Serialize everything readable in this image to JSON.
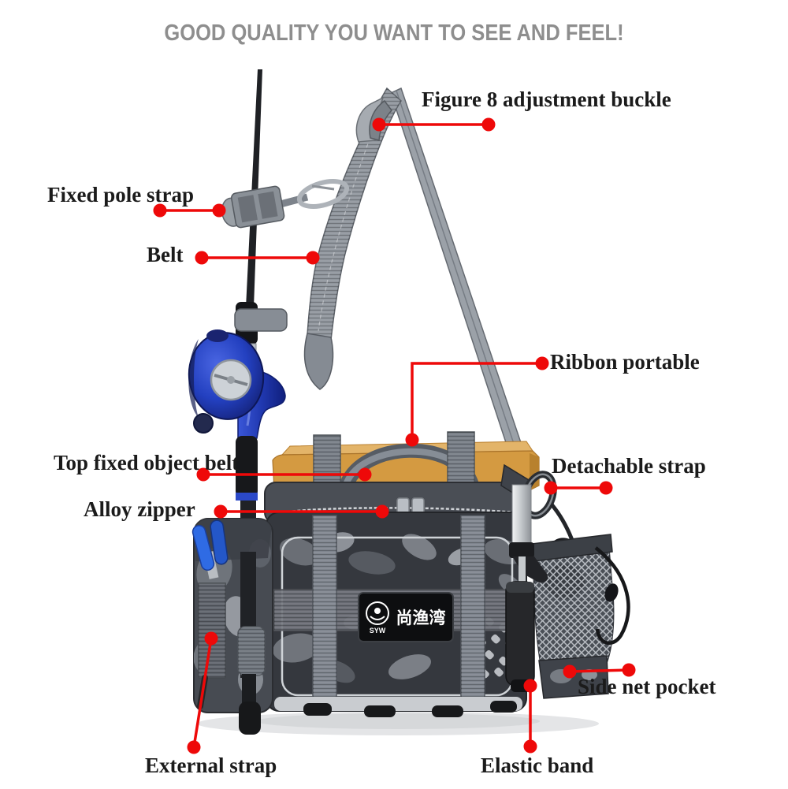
{
  "title": "GOOD QUALITY YOU WANT TO SEE AND FEEL!",
  "product": {
    "description": "camouflage fishing tackle waist/shoulder bag with rod, blue baitcasting reel, wooden board on top, mesh bottle pocket",
    "brand_patch": {
      "logo_cn": "尚渔湾",
      "logo_en": "SYW"
    }
  },
  "callouts": [
    {
      "label": "Figure 8 adjustment buckle"
    },
    {
      "label": "Fixed pole strap"
    },
    {
      "label": "Belt"
    },
    {
      "label": "Ribbon portable"
    },
    {
      "label": "Top fixed object belt"
    },
    {
      "label": "Detachable strap"
    },
    {
      "label": "Alloy zipper"
    },
    {
      "label": "Side net pocket"
    },
    {
      "label": "External strap"
    },
    {
      "label": "Elastic band"
    }
  ],
  "colors": {
    "callout_red": "#ee0909",
    "label_text": "#1b1b1b",
    "title_text": "#8e8e8e",
    "bag_dark": "#35383e",
    "strap_gray": "#8f959c",
    "reel_blue": "#2340c0",
    "wood": "#d49a41"
  }
}
